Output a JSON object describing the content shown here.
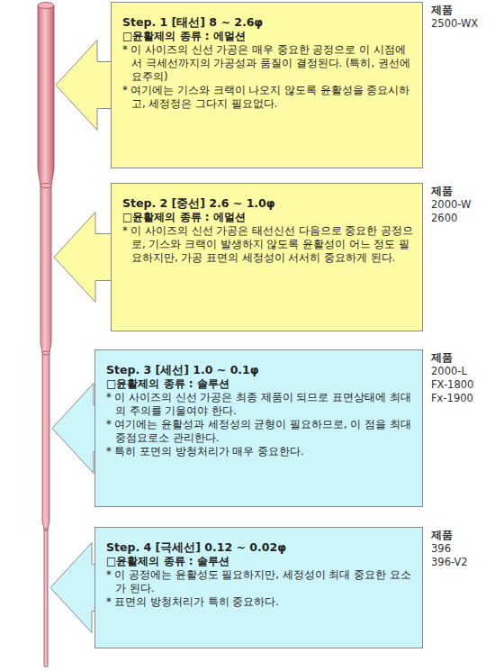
{
  "diagram": {
    "nodes": [
      {
        "text": [
          "Step. 1 [태선] 8 ~ 2.6φ",
          "□윤활제의 종류 : 에멀션",
          "* 이 사이즈의 신선 가공은 매우 중요한 공정으로 이 시점에서 극세선까지의 가공성과 품질이 결정된다. (특히, 권선에 요주의)",
          "* 여기에는 기스와 크랙이 나오지 않도록 윤활성을 중요시하고, 세정정은 그다지 필요없다."
        ]
      },
      {
        "text": [
          "Step. 2 [중선] 2.6 ~ 1.0φ",
          "□윤활제의 종류 : 에멀션",
          "* 이 사이즈의 신선 가공은 태선신선 다음으로 중요한 공정으로, 기스와 크랙이 발생하지 않도록 윤활성이 어느 정도 필요하지만, 가공 표면의 세정성이 서서히 중요하게 된다."
        ]
      },
      {
        "text": [
          "Step. 3 [세선] 1.0 ~ 0.1φ",
          "□윤활제의 종류 : 솔루션",
          "* 이 사이즈의 신선 가공은 최종 제품이 되므로 표면상태에 최대의 주의를 기울여야 한다.",
          "* 여기에는 윤활성과 세정성의 균형이 필요하므로, 이 점을 최대 중점요로소 관리한다.",
          "* 특히 포면의 방청처리가 매우 중요한다."
        ]
      },
      {
        "text": [
          "Step. 4 [극세선] 0.12 ~ 0.02φ",
          "□윤활제의 종류 : 솔루션",
          "* 이 공정에는 윤활성도 필요하지만, 세정성이 최대 중요한 요소가 된다.",
          "* 표면의 방청처리가 특히 중요하다."
        ]
      }
    ],
    "labels": [
      "제품",
      "2500-WX",
      "제품",
      "2000-W",
      "2600",
      "제품",
      "2000-L",
      "FX-1800",
      "Fx-1900",
      "제품",
      "396",
      "396-V2"
    ]
  }
}
